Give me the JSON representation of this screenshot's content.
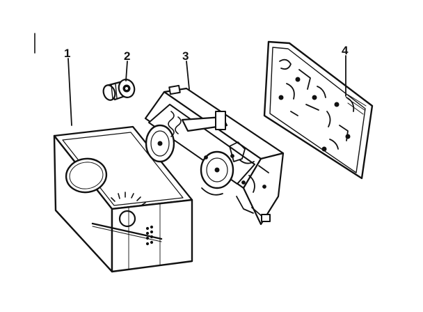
{
  "diagram": {
    "parts": [
      {
        "number": "1"
      },
      {
        "number": "2"
      },
      {
        "number": "3"
      },
      {
        "number": "4"
      }
    ]
  }
}
